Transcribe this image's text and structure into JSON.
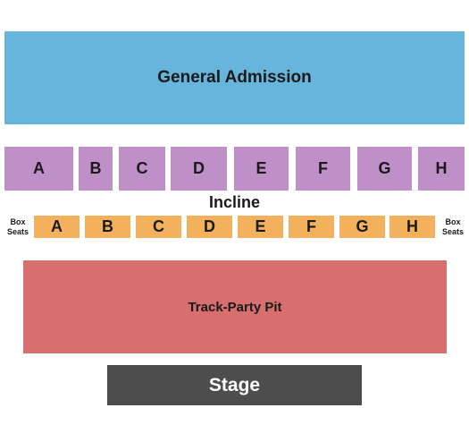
{
  "sections": {
    "general_admission": "General Admission",
    "incline_label": "Incline",
    "purple_row": [
      "A",
      "B",
      "C",
      "D",
      "E",
      "F",
      "G",
      "H"
    ],
    "orange_row": [
      "A",
      "B",
      "C",
      "D",
      "E",
      "F",
      "G",
      "H"
    ],
    "box_seats_left": [
      "Box",
      "Seats"
    ],
    "box_seats_right": [
      "Box",
      "Seats"
    ],
    "track_party_pit": "Track-Party Pit",
    "stage": "Stage"
  },
  "colors": {
    "general_admission": "#67b4dc",
    "purple_sections": "#bf90c8",
    "orange_sections": "#f4b15d",
    "pit": "#d86f6f",
    "stage": "#4d4d4d"
  }
}
